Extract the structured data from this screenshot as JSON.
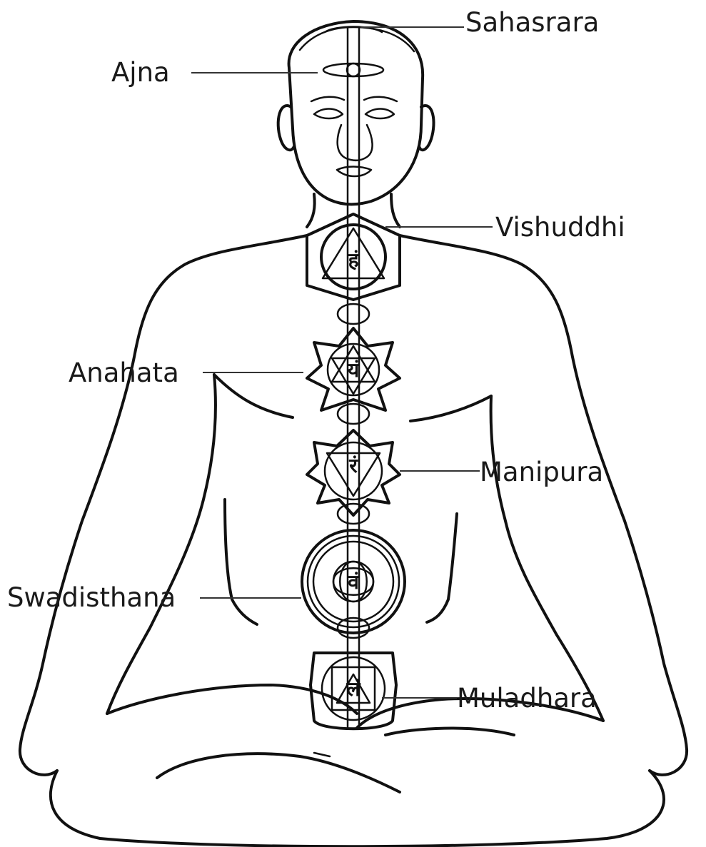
{
  "diagram": {
    "ink_color": "#111111",
    "background": "#ffffff",
    "chakras": [
      {
        "id": "sahasrara",
        "label": "Sahasrara",
        "seed_glyph": ""
      },
      {
        "id": "ajna",
        "label": "Ajna",
        "seed_glyph": ""
      },
      {
        "id": "vishuddhi",
        "label": "Vishuddhi",
        "seed_glyph": "हं"
      },
      {
        "id": "anahata",
        "label": "Anahata",
        "seed_glyph": "यं"
      },
      {
        "id": "manipura",
        "label": "Manipura",
        "seed_glyph": "रं"
      },
      {
        "id": "swadisthana",
        "label": "Swadisthana",
        "seed_glyph": "वं"
      },
      {
        "id": "muladhara",
        "label": "Muladhara",
        "seed_glyph": "लं"
      }
    ]
  }
}
